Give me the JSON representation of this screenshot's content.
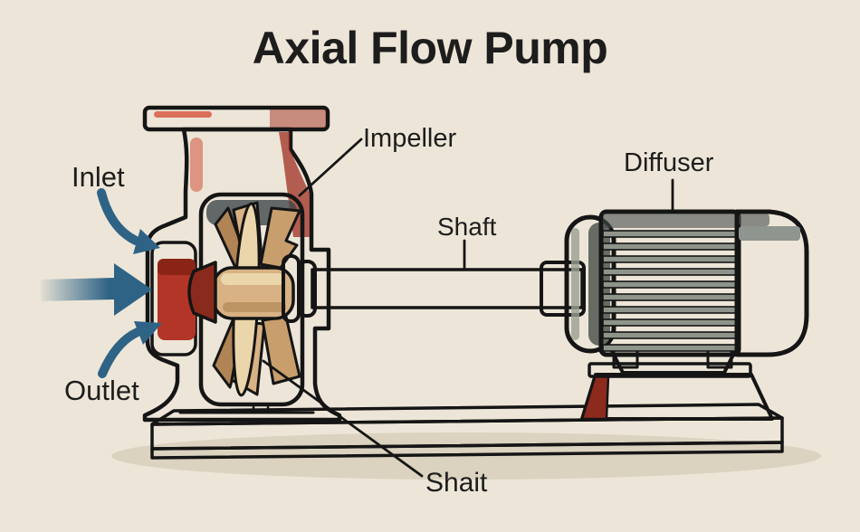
{
  "title": "Axial Flow Pump",
  "labels": {
    "inlet": "Inlet",
    "outlet": "Outlet",
    "impeller": "Impeller",
    "shaft": "Shaft",
    "diffuser": "Diffuser",
    "shaft_bottom": "Shait"
  },
  "diagram": {
    "type": "labeled-cutaway-illustration",
    "subject": "Axial flow pump cross-section: red casing with inlet port and propeller impeller, horizontal drive shaft, finned electric motor on red pedestal and baseplate",
    "flow_arrows": "blue arrows entering pump inlet from the left"
  },
  "colors": {
    "background": "#EDE6D8",
    "ink": "#1D1D1D",
    "red_main": "#BF3A2B",
    "red_dark": "#8D2A1E",
    "red_deep": "#7E2013",
    "red_light": "#C5402E",
    "blue_flow": "#2E6386",
    "tan_impeller": "#D8B284",
    "tan_light": "#EBD6AB",
    "tan_dark": "#BD9464",
    "gray_chamber": "#4A5357",
    "gray_motor": "#4F5654",
    "gray_motor_stripe": "#8E948A",
    "gray_shaft": "#A4A698",
    "shadow": "#DBD2BF"
  }
}
